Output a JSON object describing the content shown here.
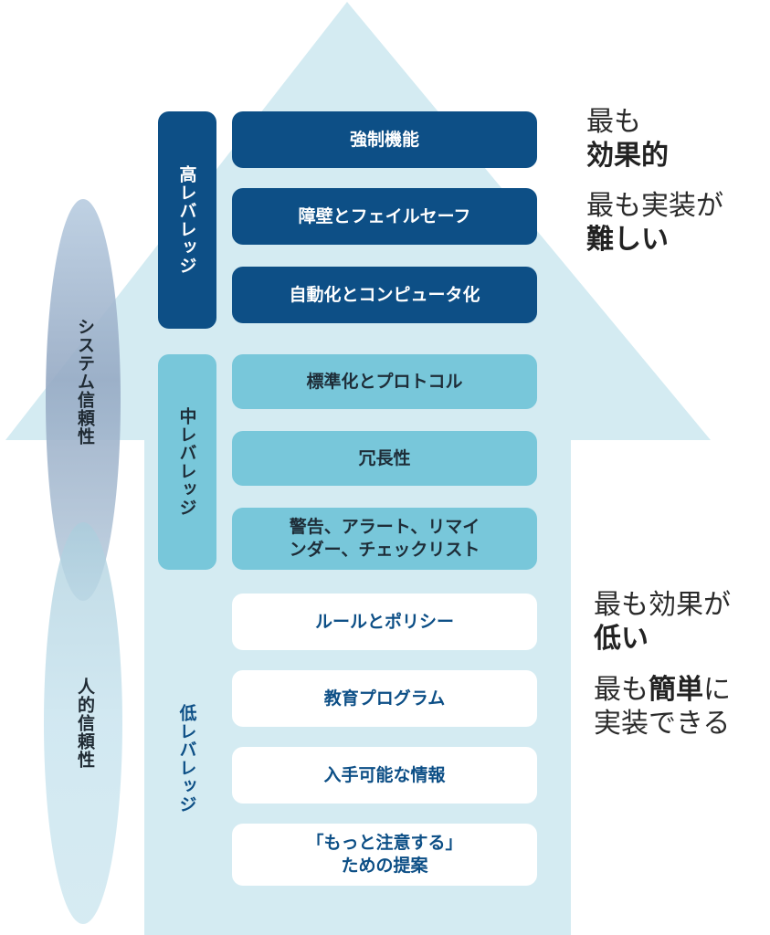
{
  "axis_labels": {
    "system_reliability": "システム信頼性",
    "human_reliability": "人的信頼性"
  },
  "levels": {
    "high": "高レバレッジ",
    "mid": "中レバレッジ",
    "low": "低レバレッジ"
  },
  "boxes": {
    "high": [
      "強制機能",
      "障壁とフェイルセーフ",
      "自動化とコンピュータ化"
    ],
    "mid": [
      "標準化とプロトコル",
      "冗長性",
      "警告、アラート、リマイ\nンダー、チェックリスト"
    ],
    "low": [
      "ルールとポリシー",
      "教育プログラム",
      "入手可能な情報",
      "「もっと注意する」\nための提案"
    ]
  },
  "notes": {
    "top_effective_1": "最も",
    "top_effective_2": "効果的",
    "top_hard_1": "最も実装が",
    "top_hard_2": "難しい",
    "bottom_effective_1": "最も効果が",
    "bottom_effective_2": "低い",
    "bottom_easy_1": "最も",
    "bottom_easy_2": "簡単",
    "bottom_easy_3": "に",
    "bottom_easy_4": "実装できる"
  },
  "colors": {
    "arrow": "#d4ebf2",
    "dark_blue": "#0d4f86",
    "mid_blue": "#78c7da"
  }
}
